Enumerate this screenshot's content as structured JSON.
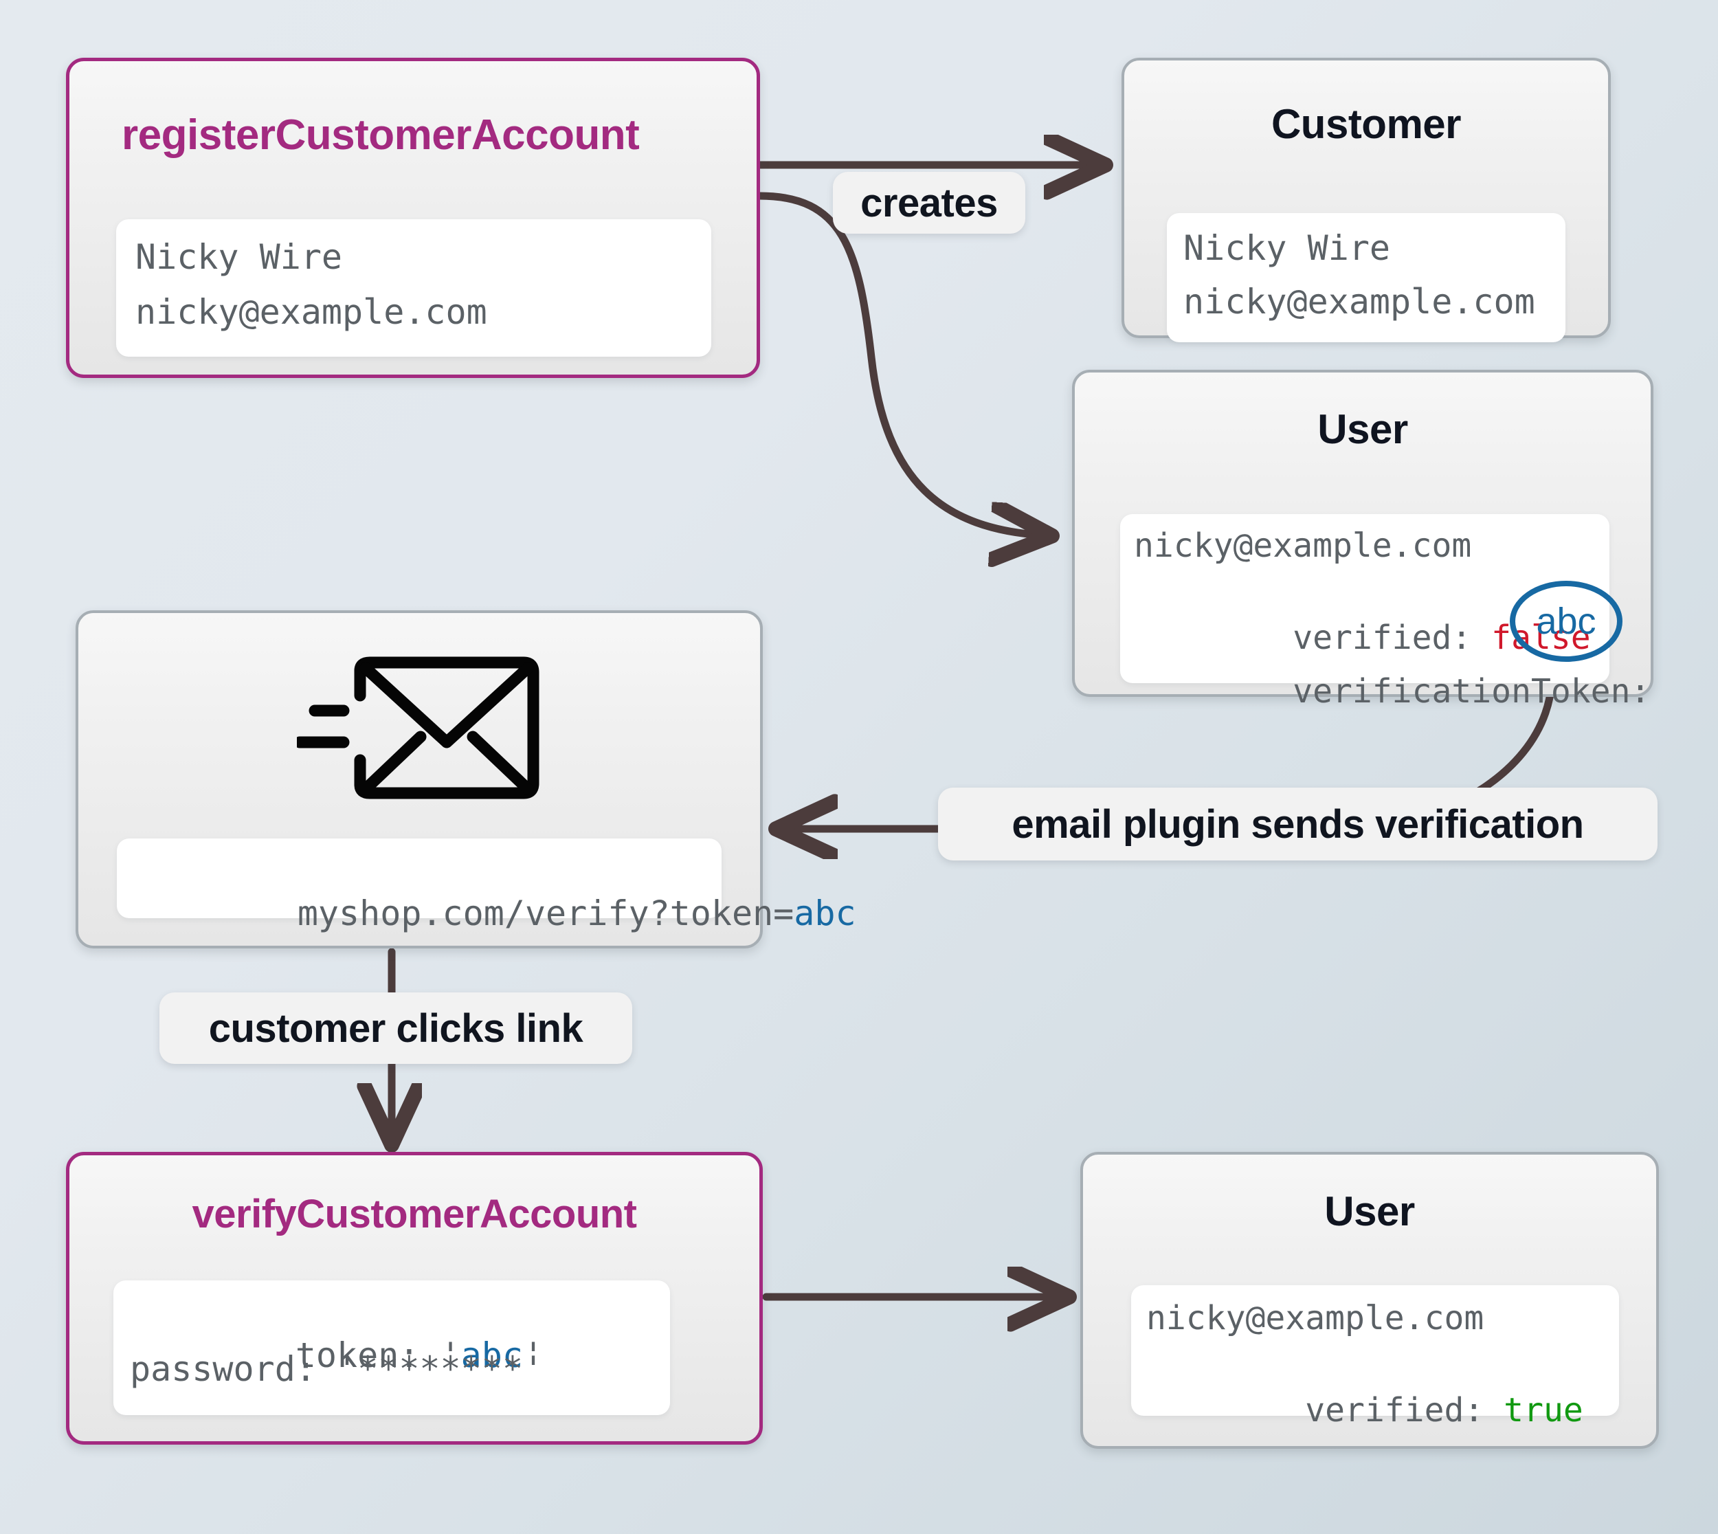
{
  "diagram": {
    "type": "flow",
    "title": "customer account registration and email verification flow",
    "background_top": "#e4eaef",
    "background_bottom": "#ccd7de",
    "accent_color": "#a32a80",
    "connector_color": "#4c3c3c",
    "highlight_color": "#1769a3",
    "false_color": "#d0182b",
    "true_color": "#119911"
  },
  "nodes": {
    "register": {
      "title": "registerCustomerAccount",
      "lines": [
        "Nicky Wire",
        "nicky@example.com"
      ]
    },
    "customer": {
      "title": "Customer",
      "lines": [
        "Nicky Wire",
        "nicky@example.com"
      ]
    },
    "user_unverified": {
      "title": "User",
      "line1": "nicky@example.com",
      "line2_key": "verified: ",
      "line2_val": "false",
      "line3_key": "verificationToken:",
      "line3_val": "abc"
    },
    "email": {
      "icon": "envelope-send-icon",
      "link_prefix": "myshop.com/verify?token=",
      "link_token": "abc"
    },
    "verify": {
      "title": "verifyCustomerAccount",
      "line1_key": "token: ",
      "line1_quote_open": "'",
      "line1_val": "abc",
      "line1_quote_close": "'",
      "line2": "password: '********'"
    },
    "user_verified": {
      "title": "User",
      "line1": "nicky@example.com",
      "line2_key": "verified: ",
      "line2_val": "true"
    }
  },
  "edges": {
    "creates": "creates",
    "email_plugin": "email plugin sends verification",
    "clicks_link": "customer clicks link"
  }
}
